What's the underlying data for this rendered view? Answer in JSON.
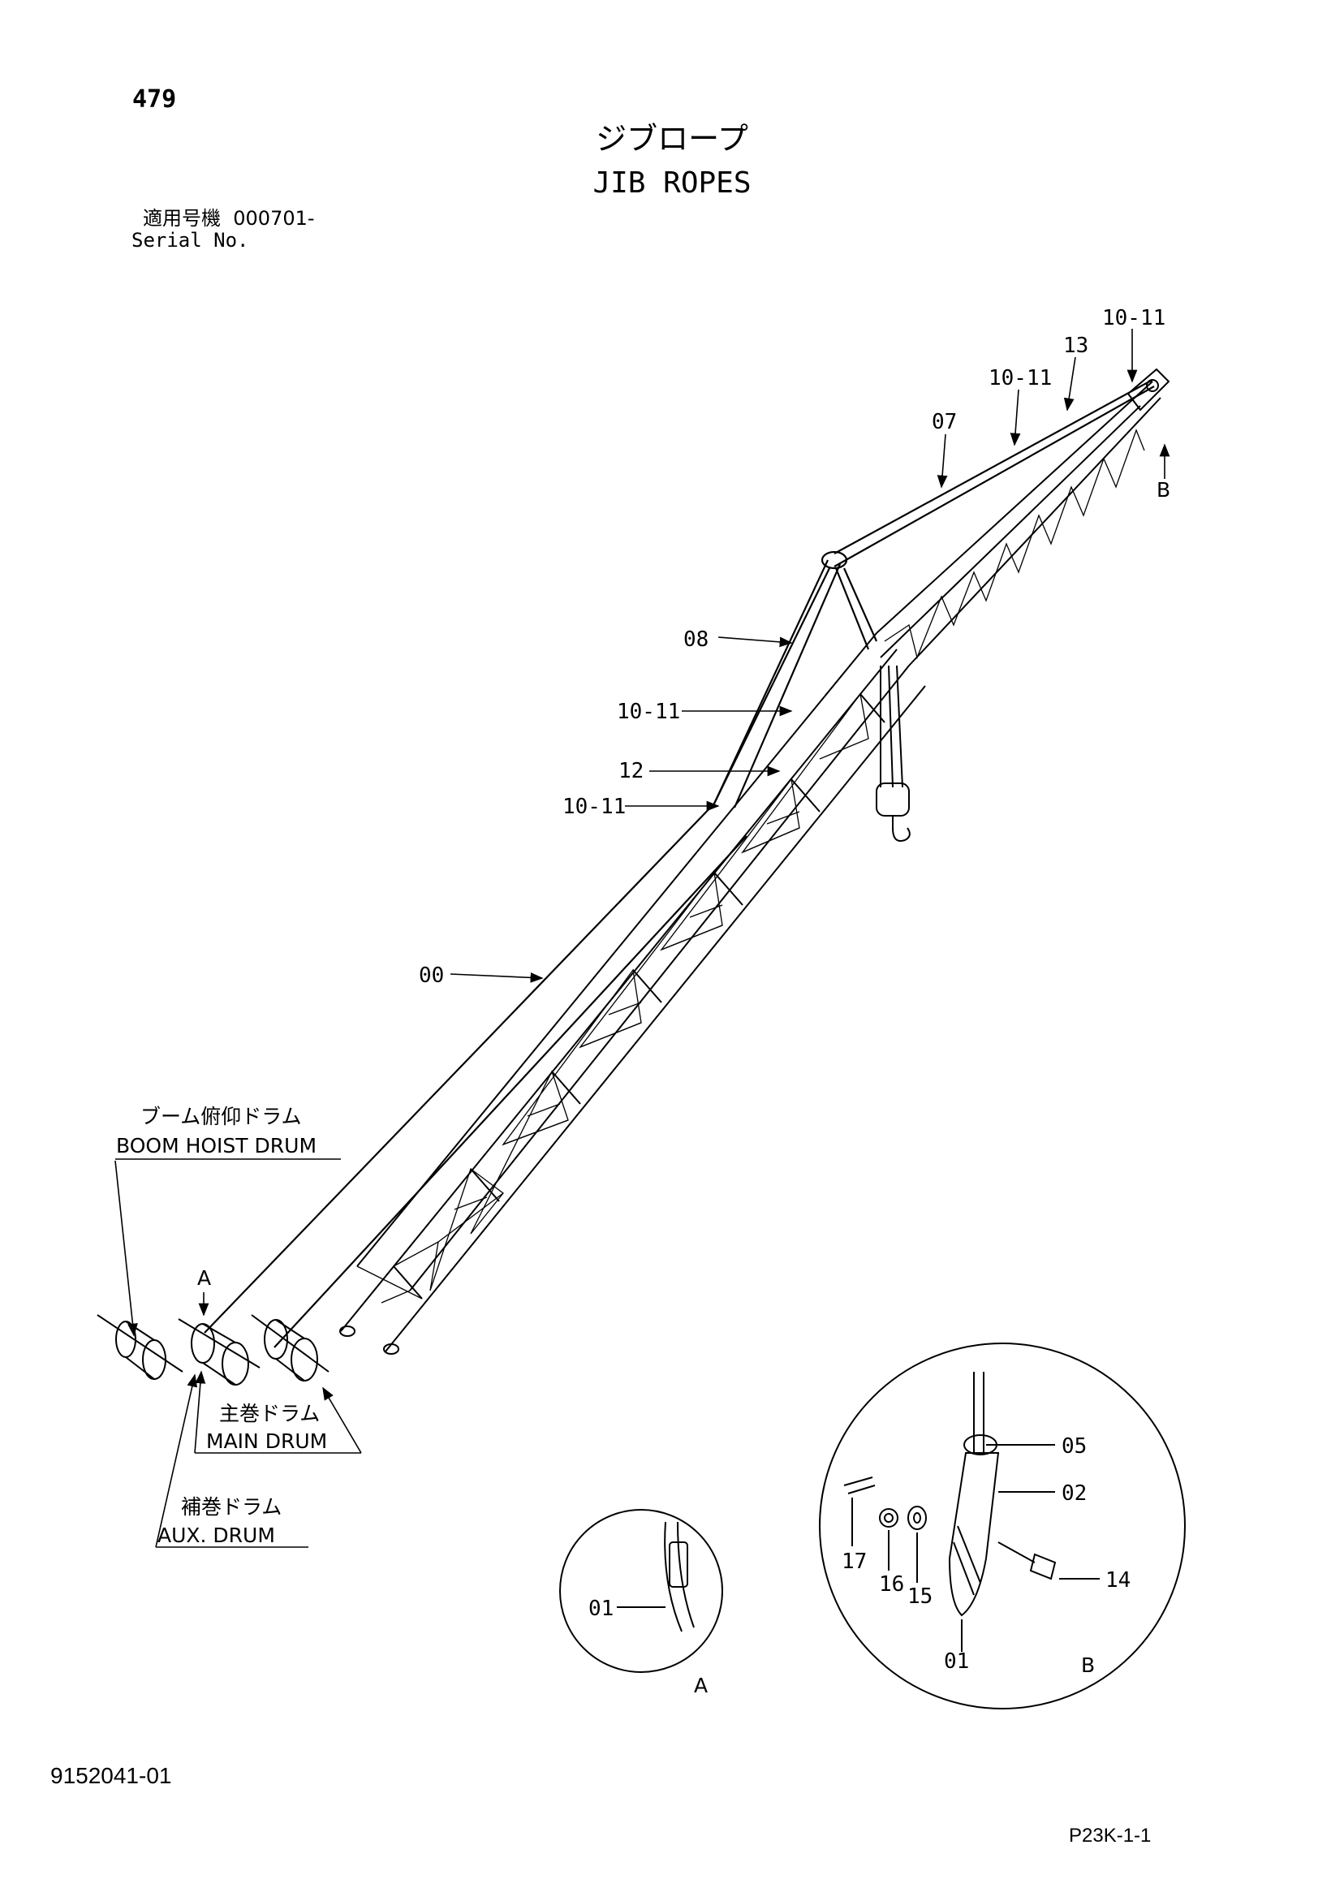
{
  "header": {
    "page_number": "479",
    "title_ja": "ジブロープ",
    "title_en": "JIB ROPES",
    "serial_label_ja": "適用号機",
    "serial_value": "000701-",
    "serial_label_en": "Serial No."
  },
  "footer": {
    "drawing_number": "9152041-01",
    "page_code": "P23K-1-1"
  },
  "callouts": {
    "c_10_11_top": "10-11",
    "c_13": "13",
    "c_10_11_upper": "10-11",
    "c_07": "07",
    "c_08": "08",
    "c_10_11_mid": "10-11",
    "c_12": "12",
    "c_10_11_lower": "10-11",
    "c_00": "00",
    "c_05": "05",
    "c_02": "02",
    "c_17": "17",
    "c_16": "16",
    "c_15": "15",
    "c_14": "14",
    "c_01_b": "01",
    "c_01_a": "01"
  },
  "view_markers": {
    "a_top": "A",
    "b_top": "B",
    "a_detail": "A",
    "b_detail": "B"
  },
  "drums": {
    "boom_hoist_ja": "ブーム俯仰ドラム",
    "boom_hoist_en": "BOOM HOIST DRUM",
    "main_ja": "主巻ドラム",
    "main_en": "MAIN DRUM",
    "aux_ja": "補巻ドラム",
    "aux_en": "AUX. DRUM"
  }
}
